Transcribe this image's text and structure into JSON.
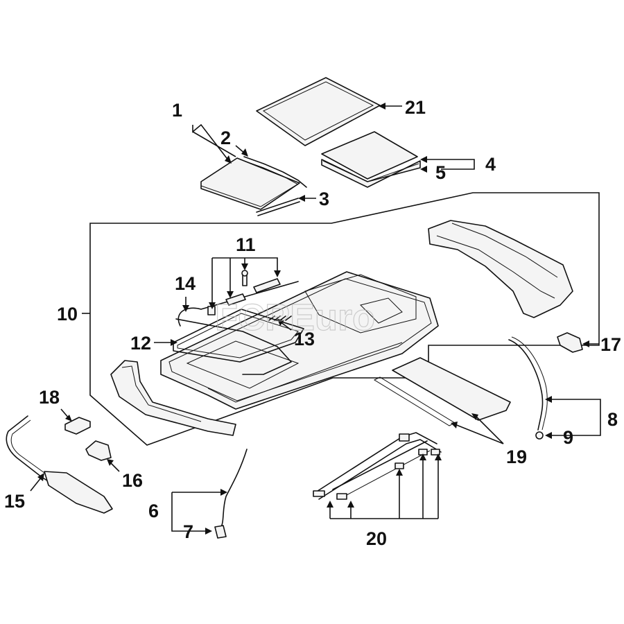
{
  "diagram": {
    "callouts": {
      "c1": "1",
      "c2": "2",
      "c3": "3",
      "c4": "4",
      "c5": "5",
      "c6": "6",
      "c7": "7",
      "c8": "8",
      "c9": "9",
      "c10": "10",
      "c11": "11",
      "c12": "12",
      "c13": "13",
      "c14": "14",
      "c15": "15",
      "c16": "16",
      "c17": "17",
      "c18": "18",
      "c19": "19",
      "c20": "20",
      "c21": "21"
    },
    "watermark": "FCPEuro"
  }
}
